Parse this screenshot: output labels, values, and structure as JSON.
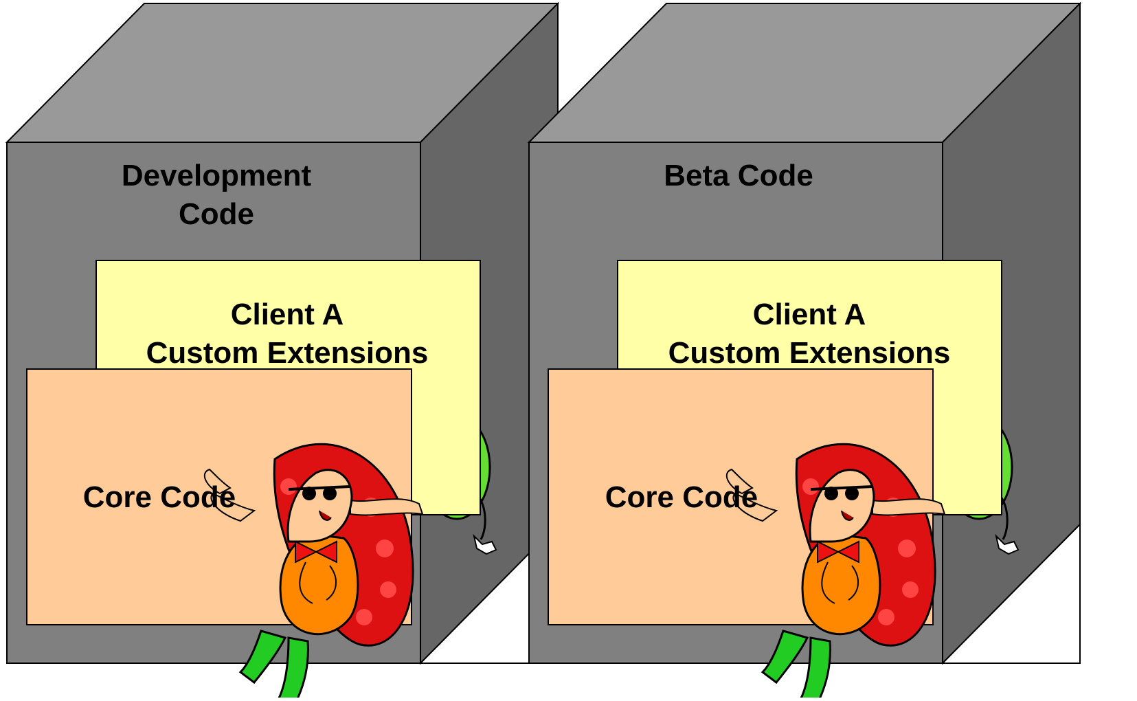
{
  "colors": {
    "box_top": "#999999",
    "box_front": "#808080",
    "box_side": "#666666",
    "extensions_panel": "#ffffa8",
    "core_panel": "#ffcc99",
    "outline": "#000000",
    "background": "#ffffff"
  },
  "boxes": [
    {
      "title_lines": [
        "Development",
        "Code"
      ],
      "extensions_label_lines": [
        "Client A",
        "Custom Extensions"
      ],
      "core_label": "Core Code",
      "icons": [
        "green-ladybug-icon",
        "red-ladybug-mascot-icon"
      ]
    },
    {
      "title_lines": [
        "Beta Code"
      ],
      "extensions_label_lines": [
        "Client A",
        "Custom Extensions"
      ],
      "core_label": "Core Code",
      "icons": [
        "green-ladybug-icon",
        "red-ladybug-mascot-icon"
      ]
    }
  ]
}
